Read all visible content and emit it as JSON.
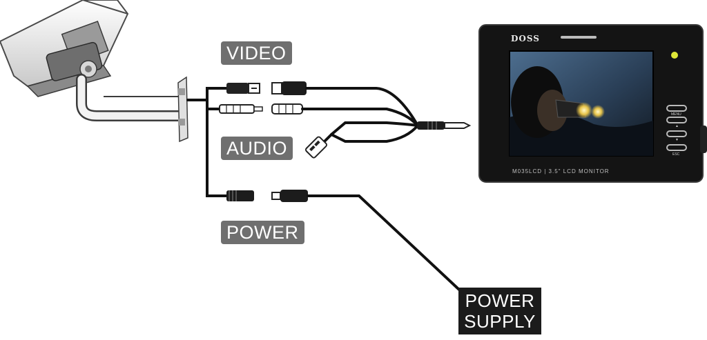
{
  "labels": {
    "video": "VIDEO",
    "audio": "AUDIO",
    "power": "POWER",
    "power_supply_line1": "POWER",
    "power_supply_line2": "SUPPLY"
  },
  "monitor": {
    "brand": "DOSS",
    "model": "M035LCD | 3.5\" LCD MONITOR",
    "buttons": [
      "MENU",
      "▲",
      "▼",
      "ESC"
    ]
  }
}
